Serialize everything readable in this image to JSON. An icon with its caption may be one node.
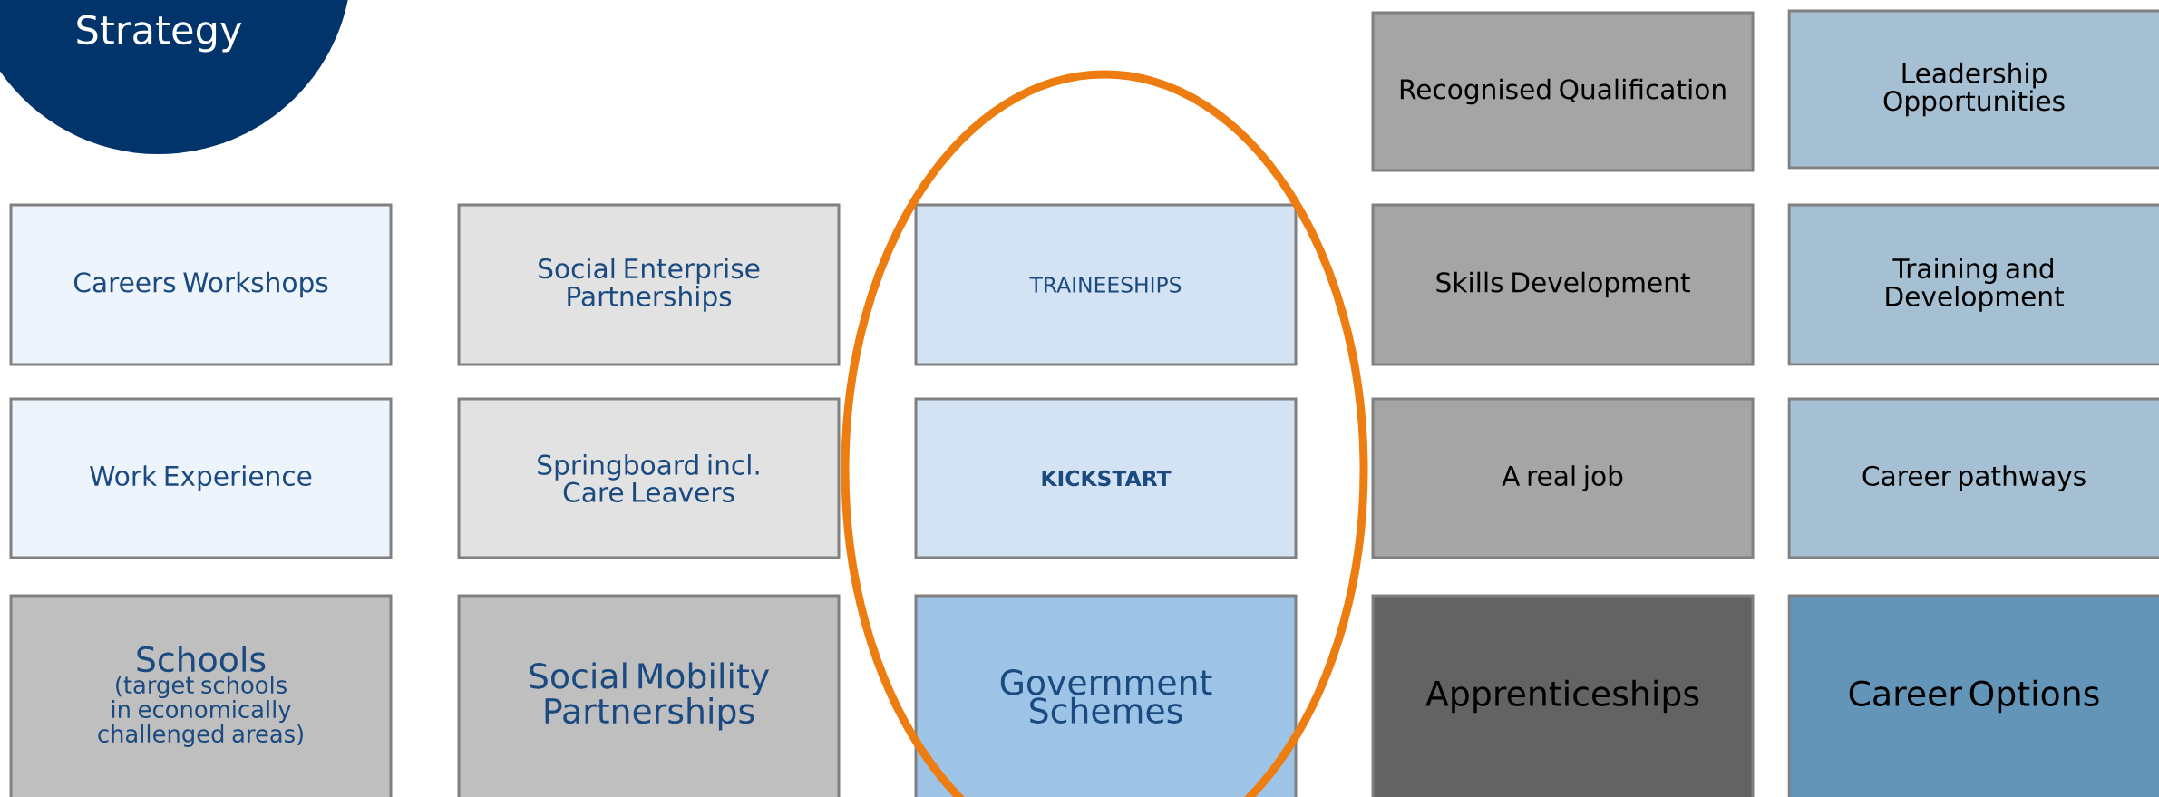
{
  "diagram": {
    "nodes": [
      {
        "text": [
          "Strategy"
        ]
      },
      {
        "text": [
          "Recognised Qualification"
        ]
      },
      {
        "text": [
          "Leadership Opportunities"
        ]
      },
      {
        "text": [
          "Careers Workshops"
        ]
      },
      {
        "text": [
          "Social Enterprise Partnerships"
        ]
      },
      {
        "text": [
          "TRAINEESHIPS"
        ]
      },
      {
        "text": [
          "Skills Development"
        ]
      },
      {
        "text": [
          "Training and Development"
        ]
      },
      {
        "text": [
          "Work Experience"
        ]
      },
      {
        "text": [
          "Springboard incl. Care Leavers"
        ]
      },
      {
        "text": [
          "KICKSTART"
        ]
      },
      {
        "text": [
          "A real job"
        ]
      },
      {
        "text": [
          "Career pathways"
        ]
      },
      {
        "text": [
          "Schools",
          "(target schools in economically challenged areas)"
        ]
      },
      {
        "text": [
          "Social Mobility Partnerships"
        ]
      },
      {
        "text": [
          "Government Schemes"
        ]
      },
      {
        "text": [
          "Apprenticeships"
        ]
      },
      {
        "text": [
          "Career Options"
        ]
      }
    ]
  }
}
